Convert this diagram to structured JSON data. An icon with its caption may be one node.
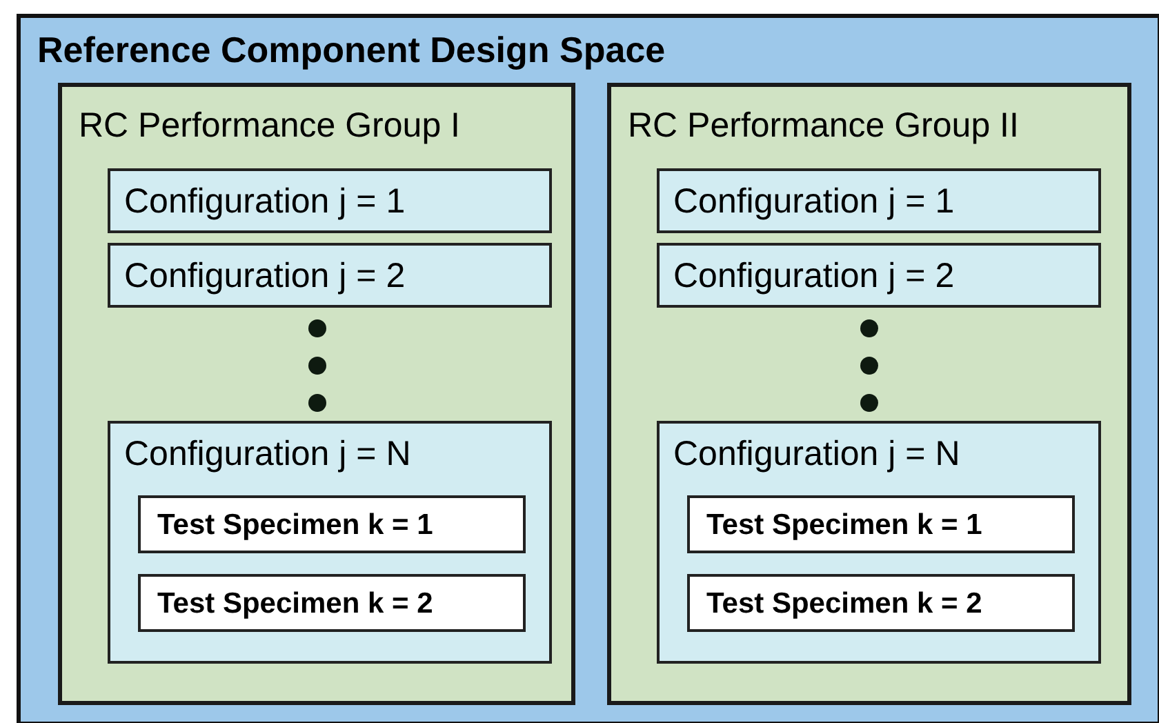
{
  "diagram": {
    "nodes": [
      {
        "text": [
          "Reference Component Design Space"
        ]
      },
      {
        "text": [
          "RC Performance Group I"
        ],
        "in": 0
      },
      {
        "text": [
          "Configuration j = 1"
        ],
        "in": 1
      },
      {
        "text": [
          "Configuration j = 2"
        ],
        "in": 1
      },
      {
        "text": [
          "Configuration j = N"
        ],
        "in": 1
      },
      {
        "text": [
          "Test Specimen k = 1"
        ],
        "in": 4
      },
      {
        "text": [
          "Test Specimen k = 2"
        ],
        "in": 4
      },
      {
        "text": [
          "RC Performance Group II"
        ],
        "in": 0
      },
      {
        "text": [
          "Configuration j = 1"
        ],
        "in": 7
      },
      {
        "text": [
          "Configuration j = 2"
        ],
        "in": 7
      },
      {
        "text": [
          "Configuration j = N"
        ],
        "in": 7
      },
      {
        "text": [
          "Test Specimen k = 1"
        ],
        "in": 10
      },
      {
        "text": [
          "Test Specimen k = 2"
        ],
        "in": 10
      }
    ]
  }
}
